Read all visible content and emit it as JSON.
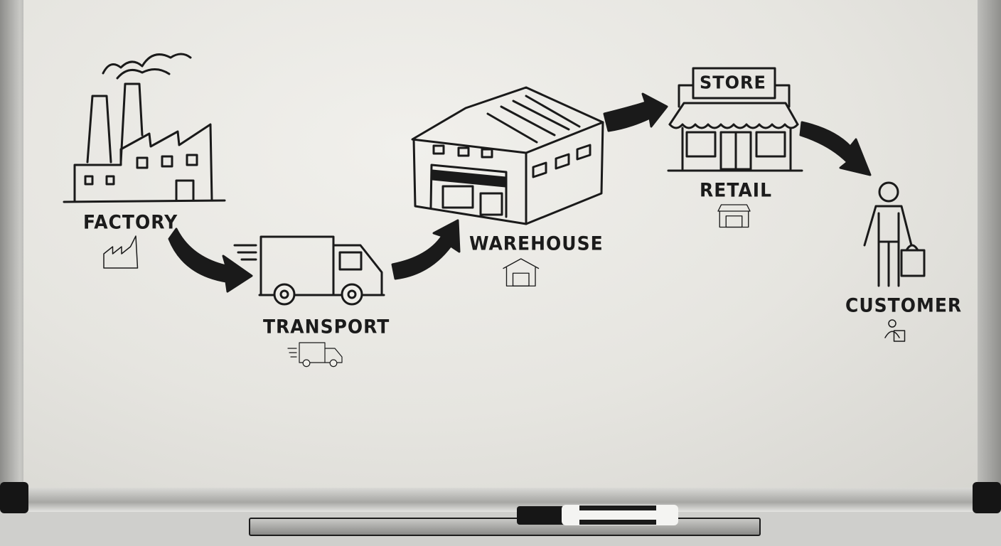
{
  "diagram": {
    "nodes": [
      {
        "id": "factory",
        "label": "FACTORY",
        "icon": "factory-icon"
      },
      {
        "id": "transport",
        "label": "TRANSPORT",
        "icon": "truck-icon"
      },
      {
        "id": "warehouse",
        "label": "WAREHOUSE",
        "icon": "warehouse-icon"
      },
      {
        "id": "retail",
        "label": "RETAIL",
        "icon": "store-icon",
        "sign": "STORE"
      },
      {
        "id": "customer",
        "label": "CUSTOMER",
        "icon": "shopper-icon"
      }
    ],
    "edges": [
      {
        "from": "factory",
        "to": "transport"
      },
      {
        "from": "transport",
        "to": "warehouse"
      },
      {
        "from": "warehouse",
        "to": "retail"
      },
      {
        "from": "retail",
        "to": "customer"
      }
    ]
  },
  "colors": {
    "ink": "#1a1a1a",
    "board": "#e9e8e3"
  }
}
